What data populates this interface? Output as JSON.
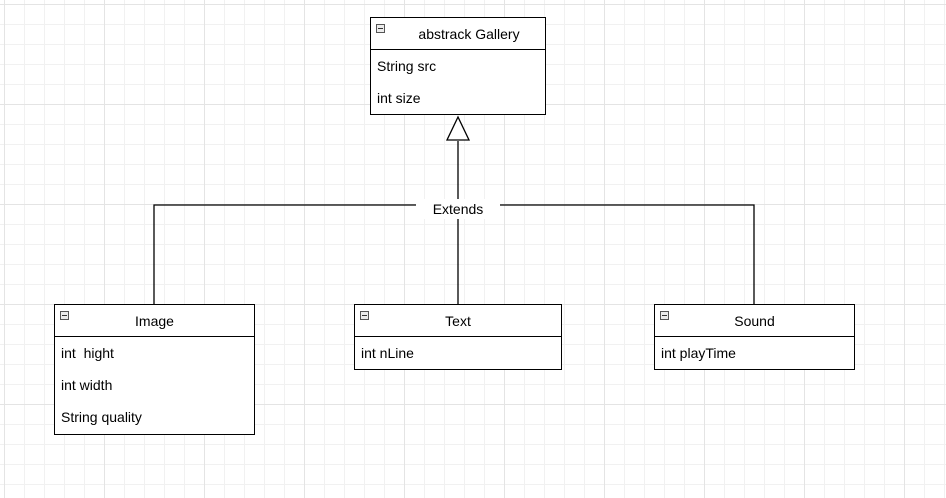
{
  "diagram": {
    "base_class": {
      "name": "abstrack Gallery",
      "attributes": [
        "String src",
        "int size"
      ]
    },
    "relation_label": "Extends",
    "subclasses": [
      {
        "name": "Image",
        "attributes": [
          "int  hight",
          "int width",
          "String quality"
        ]
      },
      {
        "name": "Text",
        "attributes": [
          "int nLine"
        ]
      },
      {
        "name": "Sound",
        "attributes": [
          "int playTime"
        ]
      }
    ],
    "icons": {
      "class_toggle": "collapse-minus-icon",
      "inheritance": "hollow-triangle-arrow-icon"
    },
    "colors": {
      "line": "#000000",
      "grid": "#e4e4e4",
      "background": "#ffffff"
    }
  }
}
